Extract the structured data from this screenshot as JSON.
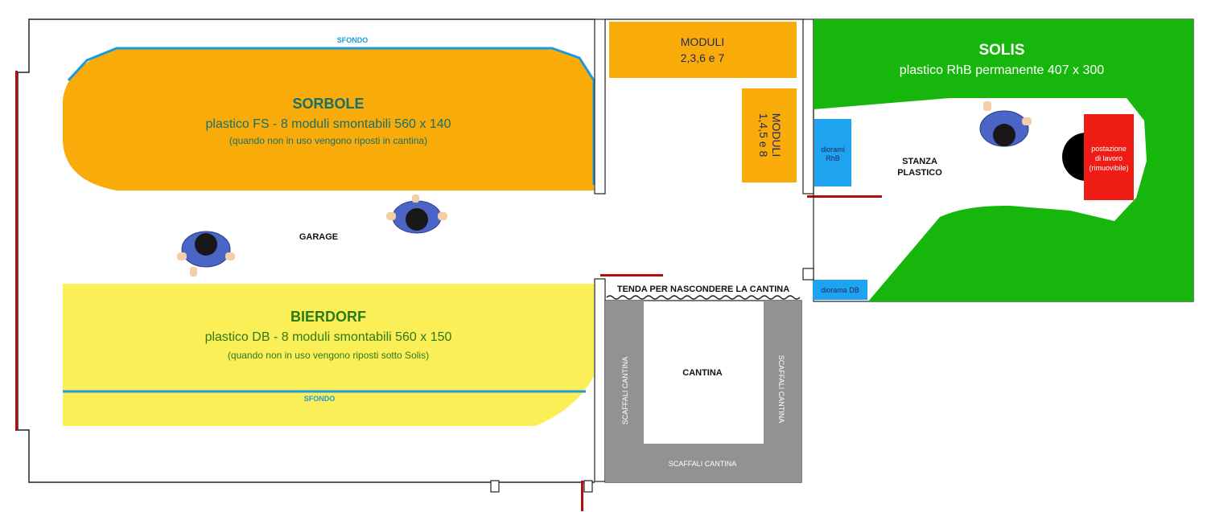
{
  "rooms": {
    "garage": "GARAGE",
    "stanza": {
      "line1": "STANZA",
      "line2": "PLASTICO"
    },
    "cantina": "CANTINA"
  },
  "sorbole": {
    "title": "SORBOLE",
    "subtitle": "plastico FS - 8 moduli smontabili 560 x 140",
    "note": "(quando non in uso vengono riposti in cantina)",
    "sfondo": "SFONDO"
  },
  "bierdorf": {
    "title": "BIERDORF",
    "subtitle": "plastico DB - 8 moduli smontabili 560 x 150",
    "note": "(quando non in uso vengono riposti sotto Solis)",
    "sfondo": "SFONDO"
  },
  "solis": {
    "title": "SOLIS",
    "subtitle": "plastico RhB permanente 407 x 300"
  },
  "moduli_top": {
    "line1": "MODULI",
    "line2": "2,3,6 e 7"
  },
  "moduli_side": {
    "line1": "MODULI",
    "line2": "1,4,5 e 8"
  },
  "diorami_rhb": {
    "line1": "diorami",
    "line2": "RhB"
  },
  "diorama_db": "diorama DB",
  "postazione": {
    "line1": "postazione",
    "line2": "di lavoro",
    "line3": "(rimuovibile)"
  },
  "tenda": "TENDA PER NASCONDERE LA CANTINA",
  "scaffali": {
    "left": "SCAFFALI CANTINA",
    "right": "SCAFFALI CANTINA",
    "bottom": "SCAFFALI CANTINA"
  },
  "colors": {
    "sorbole_fill": "#f9ab0a",
    "bierdorf_fill": "#fbef57",
    "solis_green": "#17b60d",
    "sfondo_blue": "#1b9ae0",
    "moduli_orange": "#f9ab0a",
    "diorama_blue": "#1da3f0",
    "postazione_red": "#ee1c14",
    "wall_red": "#b01010",
    "shelf_gray": "#929292",
    "title_teal": "#17706b",
    "title_green": "#2c7a18"
  }
}
